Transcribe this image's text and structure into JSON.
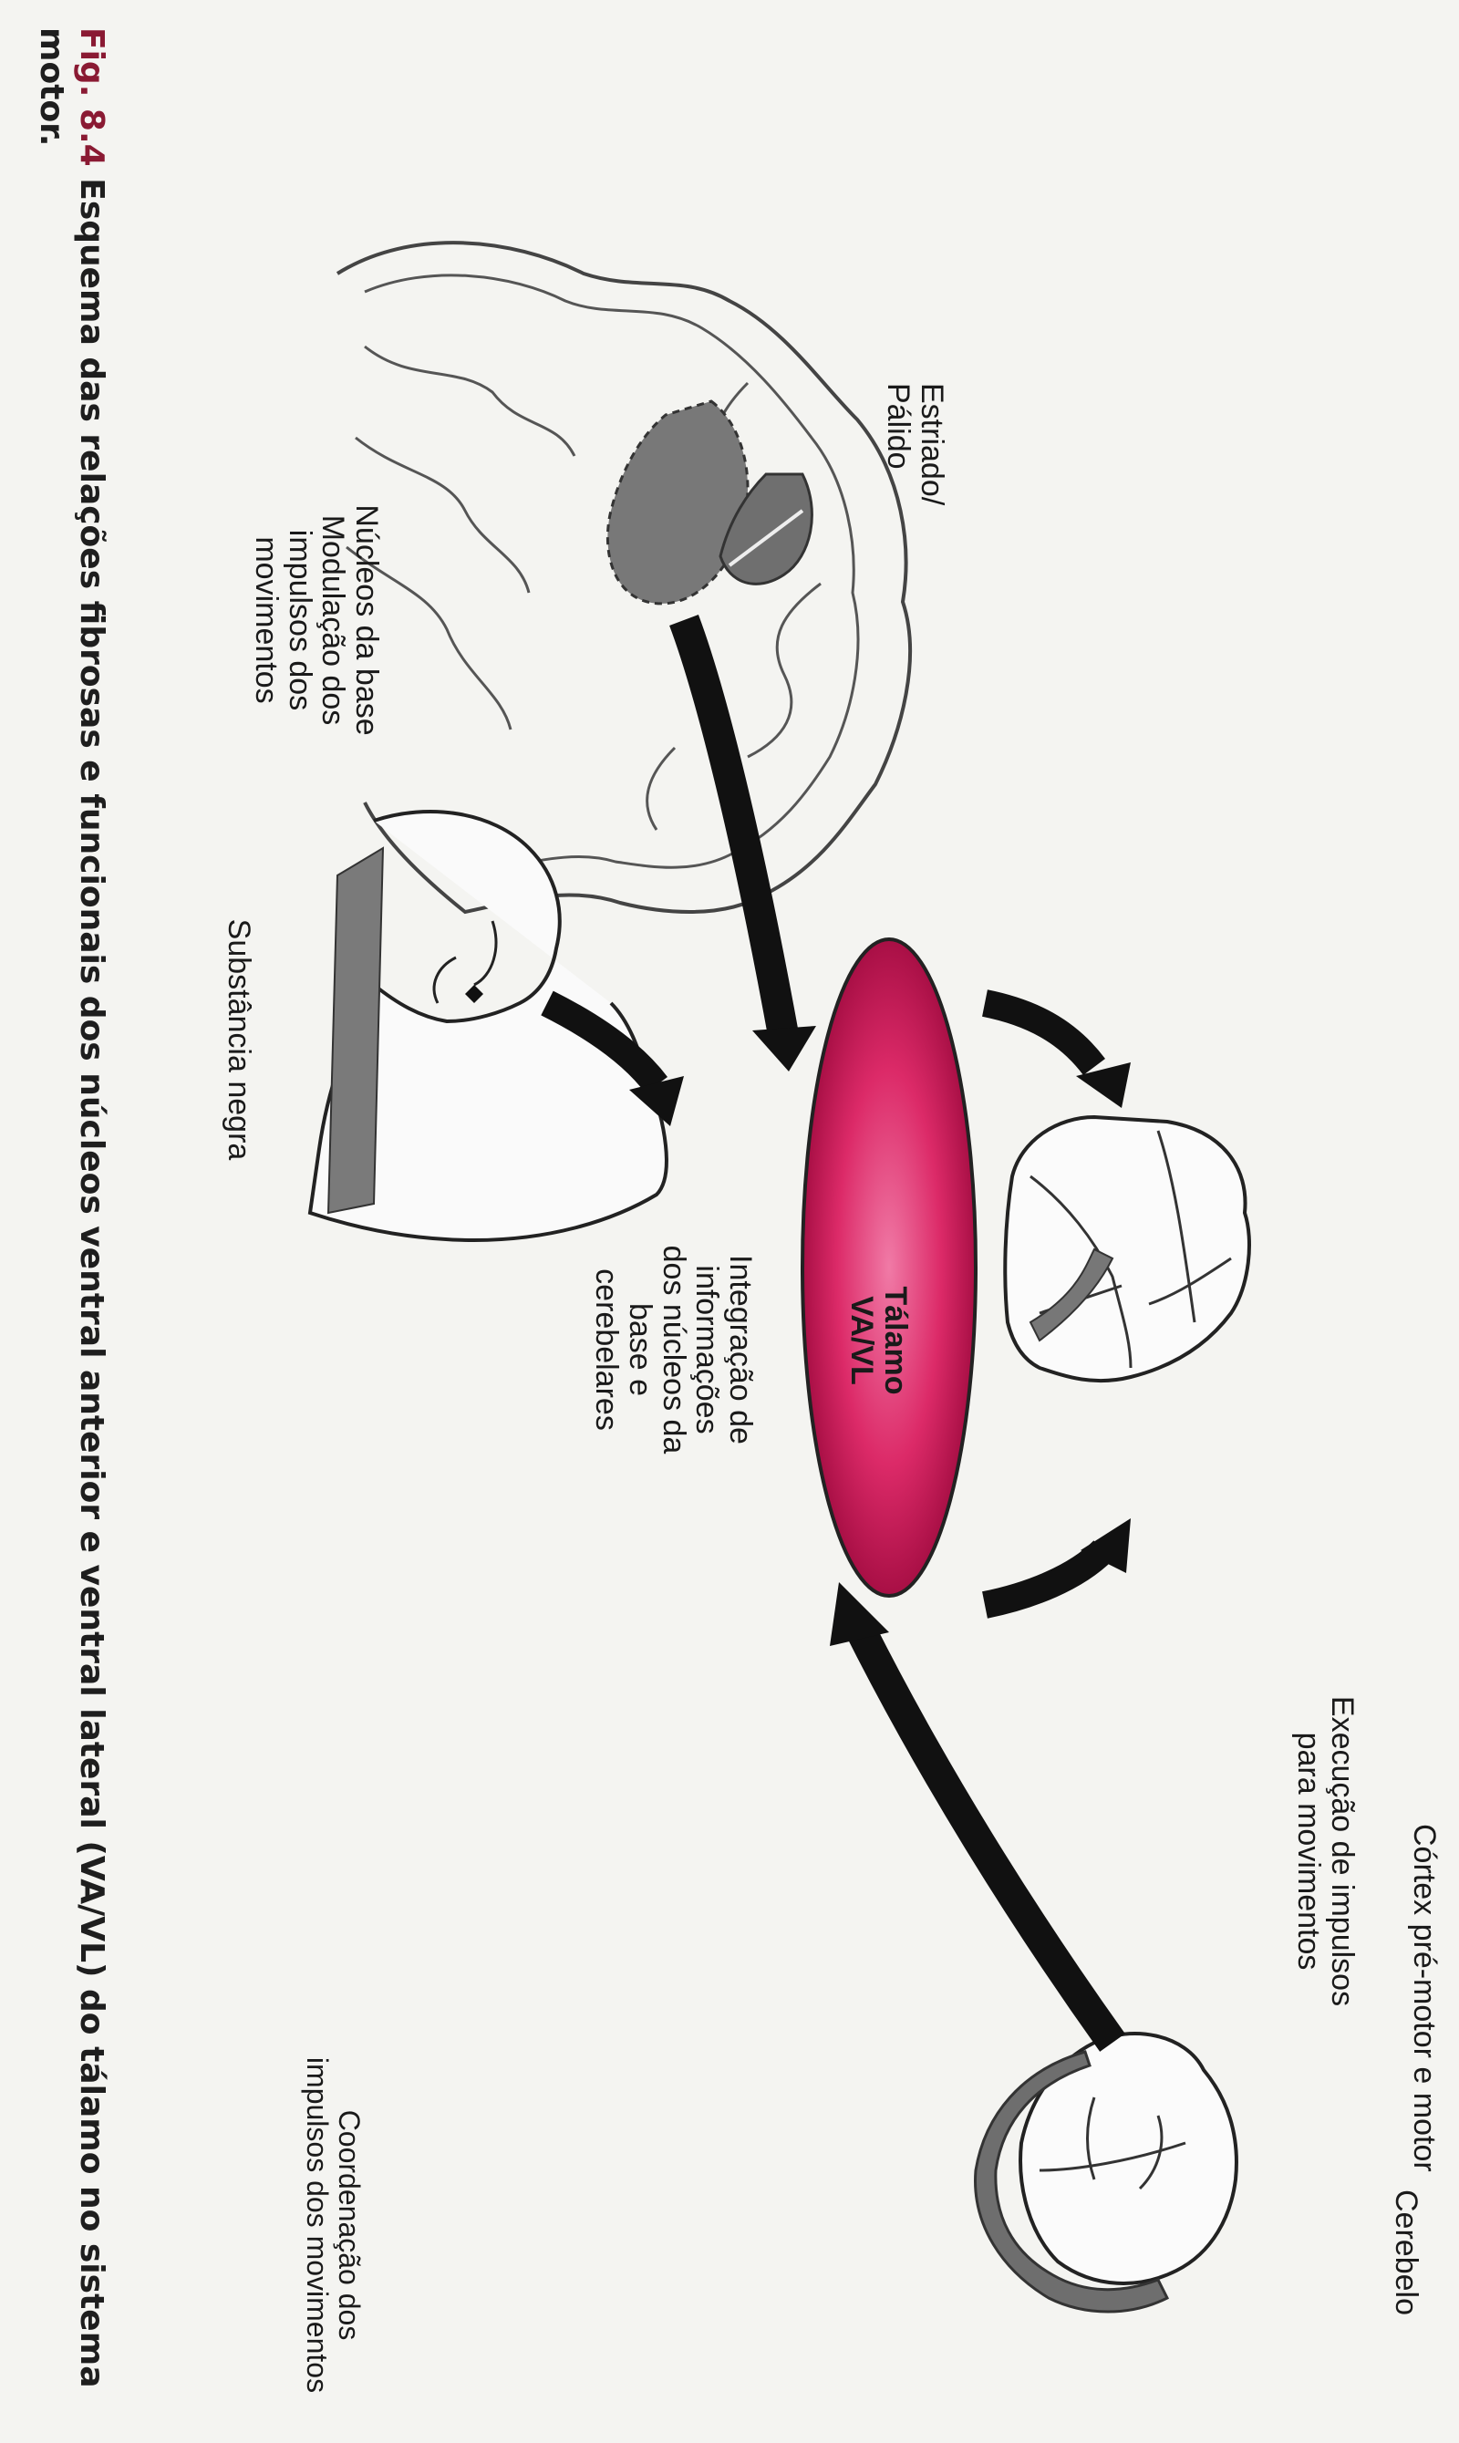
{
  "labels": {
    "cortex_title": "Córtex pré-motor e motor",
    "cortex_desc": [
      "Execução de impulsos",
      "para  movimentos"
    ],
    "striatum": [
      "Estriado/",
      "Pálido"
    ],
    "basal_nuclei": [
      "Núcleos da base",
      "Modulação dos",
      "impulsos dos",
      "movimentos"
    ],
    "substantia_nigra": "Substância negra",
    "thalamus": [
      "Tálamo",
      "VA/VL"
    ],
    "thalamus_desc": [
      "Integração de",
      "informações",
      "dos núcleos da",
      "base e",
      "cerebelares"
    ],
    "cerebellum_title": "Cerebelo",
    "cerebellum_desc": [
      "Coordenação dos",
      "impulsos dos movimentos"
    ]
  },
  "caption": {
    "fig": "Fig. 8.4",
    "text": " Esquema das relações fibrosas e funcionais dos núcleos ventral anterior e ventral lateral (VA/VL) do tálamo no sistema motor."
  },
  "colors": {
    "thalamus": "#d81b5e",
    "gray_region": "#777777",
    "arrow": "#111111",
    "caption_fig": "#8a1a33"
  }
}
